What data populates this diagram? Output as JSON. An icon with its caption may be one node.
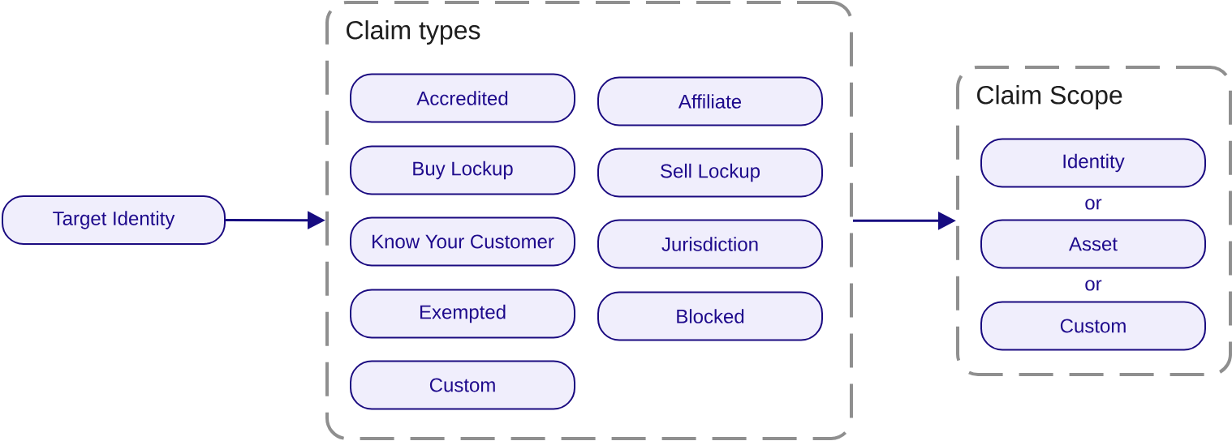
{
  "diagram": {
    "nodes": [
      {
        "text": [
          "Target Identity"
        ]
      },
      {
        "text": [
          "Claim types"
        ]
      },
      {
        "text": [
          "Accredited"
        ],
        "in": 1
      },
      {
        "text": [
          "Affiliate"
        ],
        "in": 1
      },
      {
        "text": [
          "Buy Lockup"
        ],
        "in": 1
      },
      {
        "text": [
          "Sell Lockup"
        ],
        "in": 1
      },
      {
        "text": [
          "Know Your Customer"
        ],
        "in": 1
      },
      {
        "text": [
          "Jurisdiction"
        ],
        "in": 1
      },
      {
        "text": [
          "Exempted"
        ],
        "in": 1
      },
      {
        "text": [
          "Blocked"
        ],
        "in": 1
      },
      {
        "text": [
          "Custom"
        ],
        "in": 1
      },
      {
        "text": [
          "Claim Scope"
        ]
      },
      {
        "text": [
          "Identity"
        ],
        "in": 11
      },
      {
        "text": [
          "Asset"
        ],
        "in": 11
      },
      {
        "text": [
          "Custom"
        ],
        "in": 11
      }
    ],
    "edges": [
      {
        "from": 0,
        "to": 1,
        "arrow": "to"
      },
      {
        "from": 1,
        "to": 11,
        "arrow": "to"
      }
    ],
    "labels": [
      "or",
      "or"
    ]
  }
}
